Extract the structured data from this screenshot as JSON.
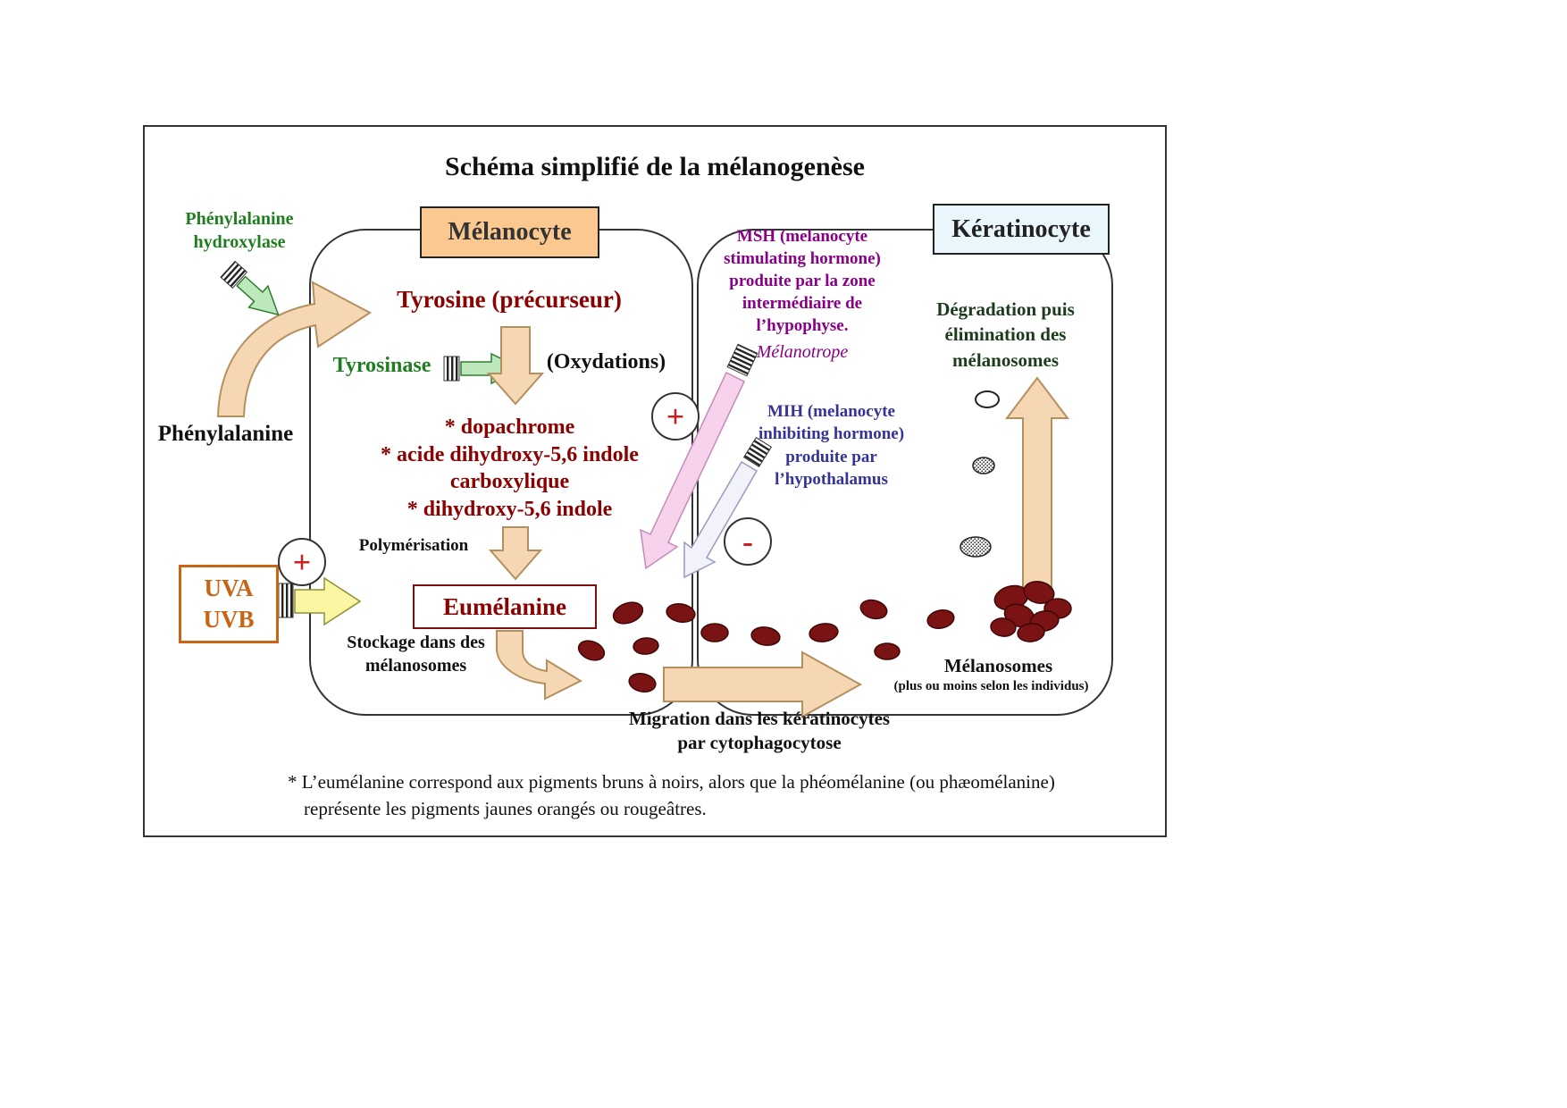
{
  "title": "Schéma simplifié de la mélanogenèse",
  "cells": {
    "melanocyte": "Mélanocyte",
    "keratinocyte": "Kératinocyte"
  },
  "enzymes": {
    "phenylalanine_hydroxylase": "Phénylalanine\nhydroxylase",
    "tyrosinase": "Tyrosinase"
  },
  "melanocyte": {
    "tyrosine": "Tyrosine (précurseur)",
    "oxydations": "(Oxydations)",
    "intermediates": "* dopachrome\n* acide dihydroxy-5,6 indole\ncarboxylique\n* dihydroxy-5,6 indole",
    "polymerisation": "Polymérisation",
    "eumelanine": "Eumélanine",
    "stockage": "Stockage dans des\nmélanosomes"
  },
  "inputs": {
    "phenylalanine": "Phénylalanine",
    "uv": "UVA\nUVB"
  },
  "hormones": {
    "msh": "MSH (melanocyte\nstimulating hormone)\nproduite par la zone\nintermédiaire de\nl’hypophyse.",
    "msh_source": "Mélanotrope",
    "mih": "MIH (melanocyte\ninhibiting hormone)\nproduite par\nl’hypothalamus"
  },
  "keratinocyte": {
    "degradation": "Dégradation puis\nélimination des\nmélanosomes",
    "melanosomes": "Mélanosomes",
    "melanosomes_note": "(plus ou moins selon les individus)",
    "migration": "Migration dans les kératinocytes\npar cytophagocytose"
  },
  "signs": {
    "plus": "+",
    "minus": "-"
  },
  "footnote": {
    "line1": "* L’eumélanine correspond aux pigments bruns à noirs, alors que la phéomélanine (ou phæomélanine)",
    "line2": "représente les pigments jaunes orangés ou rougeâtres."
  },
  "colors": {
    "green_text": "#1e7d1e",
    "dark_red_text": "#8b0000",
    "purple_text": "#880088",
    "blue_text": "#333399",
    "orange_text": "#c86414",
    "melanocyte_box_fill": "#fbc88f",
    "keratinocyte_box_fill": "#e9f6fb",
    "arrow_peach": "#f5d7b4",
    "arrow_yellow": "#fbf6a2",
    "arrow_pink": "#f6d2ec",
    "arrow_pale_blue": "#f2f2fb",
    "arrow_green": "#bce8bc",
    "melanosome": "#7a1313",
    "sign_red": "#cc2020"
  }
}
